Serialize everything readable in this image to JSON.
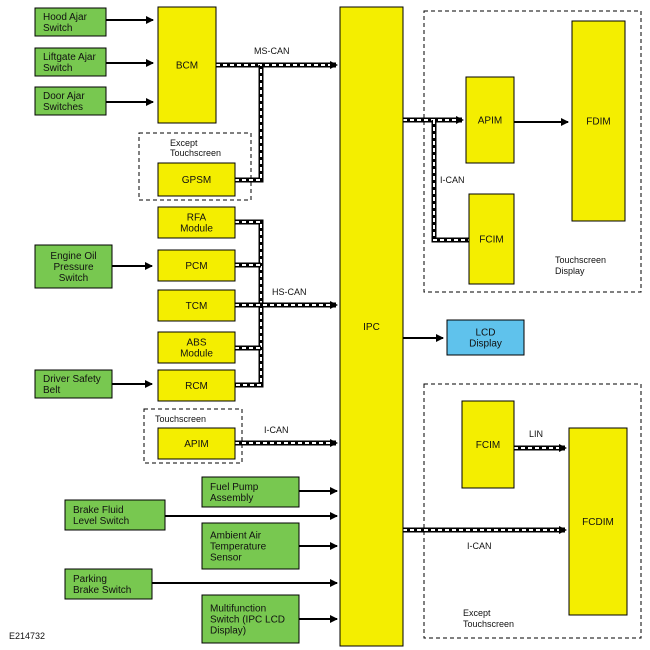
{
  "figure_id": "E214732",
  "colors": {
    "module": "#f4ee00",
    "switch": "#78c850",
    "display": "#5fc2ec",
    "line": "#000000"
  },
  "boxes": {
    "hood_ajar_switch": [
      "Hood Ajar",
      "Switch"
    ],
    "liftgate_ajar_switch": [
      "Liftgate Ajar",
      "Switch"
    ],
    "door_ajar_switches": [
      "Door Ajar",
      "Switches"
    ],
    "bcm": [
      "BCM"
    ],
    "gpsm": [
      "GPSM"
    ],
    "rfa_module": [
      "RFA",
      "Module"
    ],
    "engine_oil_pressure_switch": [
      "Engine Oil",
      "Pressure",
      "Switch"
    ],
    "pcm": [
      "PCM"
    ],
    "tcm": [
      "TCM"
    ],
    "abs_module": [
      "ABS",
      "Module"
    ],
    "driver_safety_belt": [
      "Driver Safety",
      "Belt"
    ],
    "rcm": [
      "RCM"
    ],
    "apim_left": [
      "APIM"
    ],
    "fuel_pump_assembly": [
      "Fuel Pump",
      "Assembly"
    ],
    "brake_fluid_level_switch": [
      "Brake Fluid",
      "Level Switch"
    ],
    "ambient_air_temperature_sensor": [
      "Ambient Air",
      "Temperature",
      "Sensor"
    ],
    "parking_brake_switch": [
      "Parking",
      "Brake Switch"
    ],
    "multifunction_switch": [
      "Multifunction",
      "Switch (IPC LCD",
      "Display)"
    ],
    "ipc": [
      "IPC"
    ],
    "lcd_display": [
      "LCD",
      "Display"
    ],
    "apim_right": [
      "APIM"
    ],
    "fdim": [
      "FDIM"
    ],
    "fcim_top": [
      "FCIM"
    ],
    "fcim_bottom": [
      "FCIM"
    ],
    "fcdim": [
      "FCDIM"
    ]
  },
  "labels": {
    "ms_can": "MS-CAN",
    "hs_can": "HS-CAN",
    "i_can_left": "I-CAN",
    "i_can_top": "I-CAN",
    "i_can_bottom": "I-CAN",
    "lin": "LIN",
    "except_touchscreen_gpsm": [
      "Except",
      "Touchscreen"
    ],
    "touchscreen_apim": [
      "Touchscreen"
    ],
    "touchscreen_display": [
      "Touchscreen",
      "Display"
    ],
    "except_touchscreen_bottom": [
      "Except",
      "Touchscreen"
    ]
  }
}
